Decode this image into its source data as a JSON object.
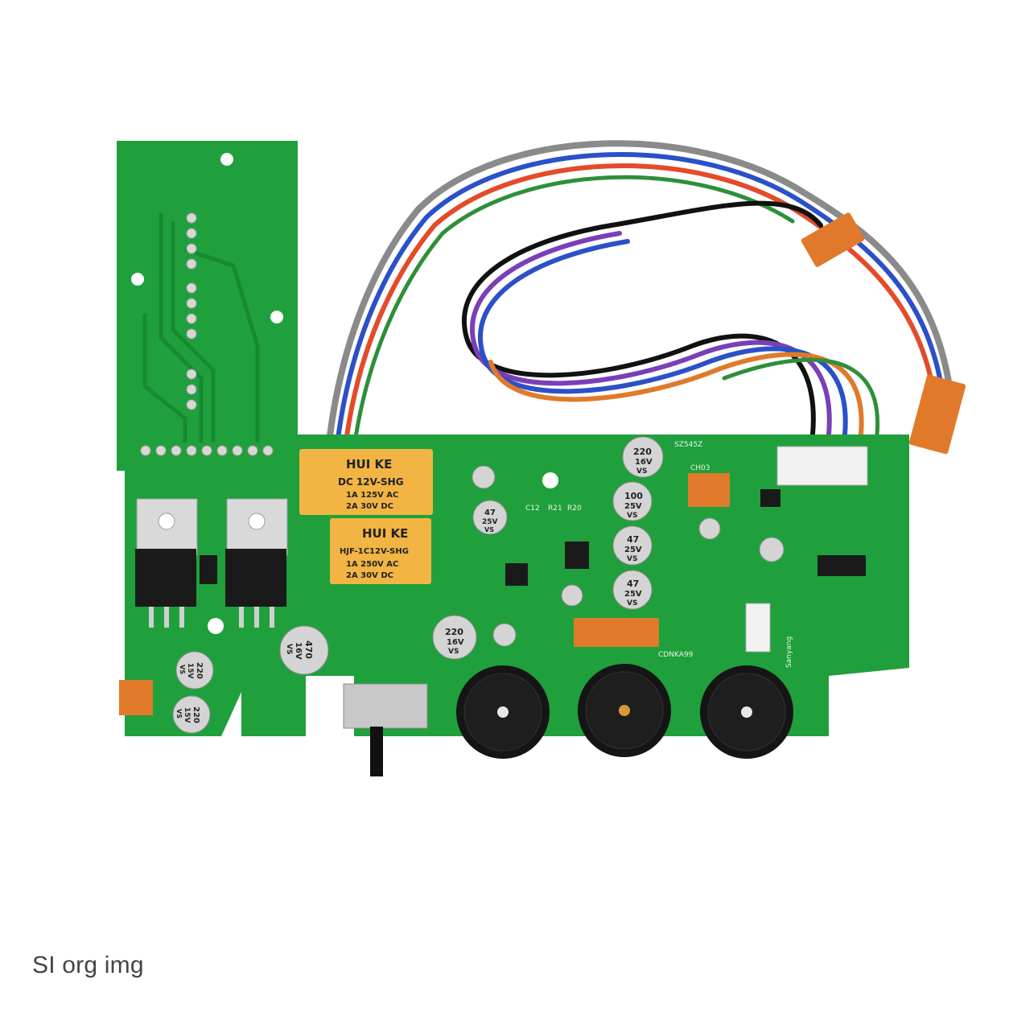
{
  "caption": "SI org img",
  "colors": {
    "background": "#ffffff",
    "pcb_green": "#1fa03c",
    "pcb_dark": "#168a31",
    "relay_yellow": "#f2b543",
    "connector_orange": "#e07a2a",
    "capacitor_silver": "#d4d4d4",
    "knob_black": "#151515"
  },
  "relays": [
    {
      "brand": "HUI KE",
      "lines": [
        "DC 12V-SHG",
        "1A 125V AC",
        "2A 30V DC"
      ]
    },
    {
      "brand": "HUI KE",
      "lines": [
        "HJF-1C12V-SHG",
        "1A 250V AC",
        "2A 30V DC"
      ]
    }
  ],
  "capacitors": [
    {
      "value": "220",
      "voltage": "16V",
      "series": "VS"
    },
    {
      "value": "100",
      "voltage": "25V",
      "series": "VS"
    },
    {
      "value": "47",
      "voltage": "25V",
      "series": "VS"
    },
    {
      "value": "47",
      "voltage": "25V",
      "series": "VS"
    },
    {
      "value": "47",
      "voltage": "25V",
      "series": "VS"
    },
    {
      "value": "220",
      "voltage": "16V",
      "series": "VS"
    },
    {
      "value": "470",
      "voltage": "16V",
      "series": "VS"
    },
    {
      "value": "220",
      "voltage": "15V",
      "series": "VS"
    },
    {
      "value": "220",
      "voltage": "15V",
      "series": "VS"
    }
  ],
  "silkscreen": {
    "brand": "Sanyang",
    "ch03": "CH03",
    "cdnka": "CDNKA99",
    "r21": "R21",
    "r20": "R20",
    "c12": "C12",
    "sz": "SZ545Z"
  }
}
